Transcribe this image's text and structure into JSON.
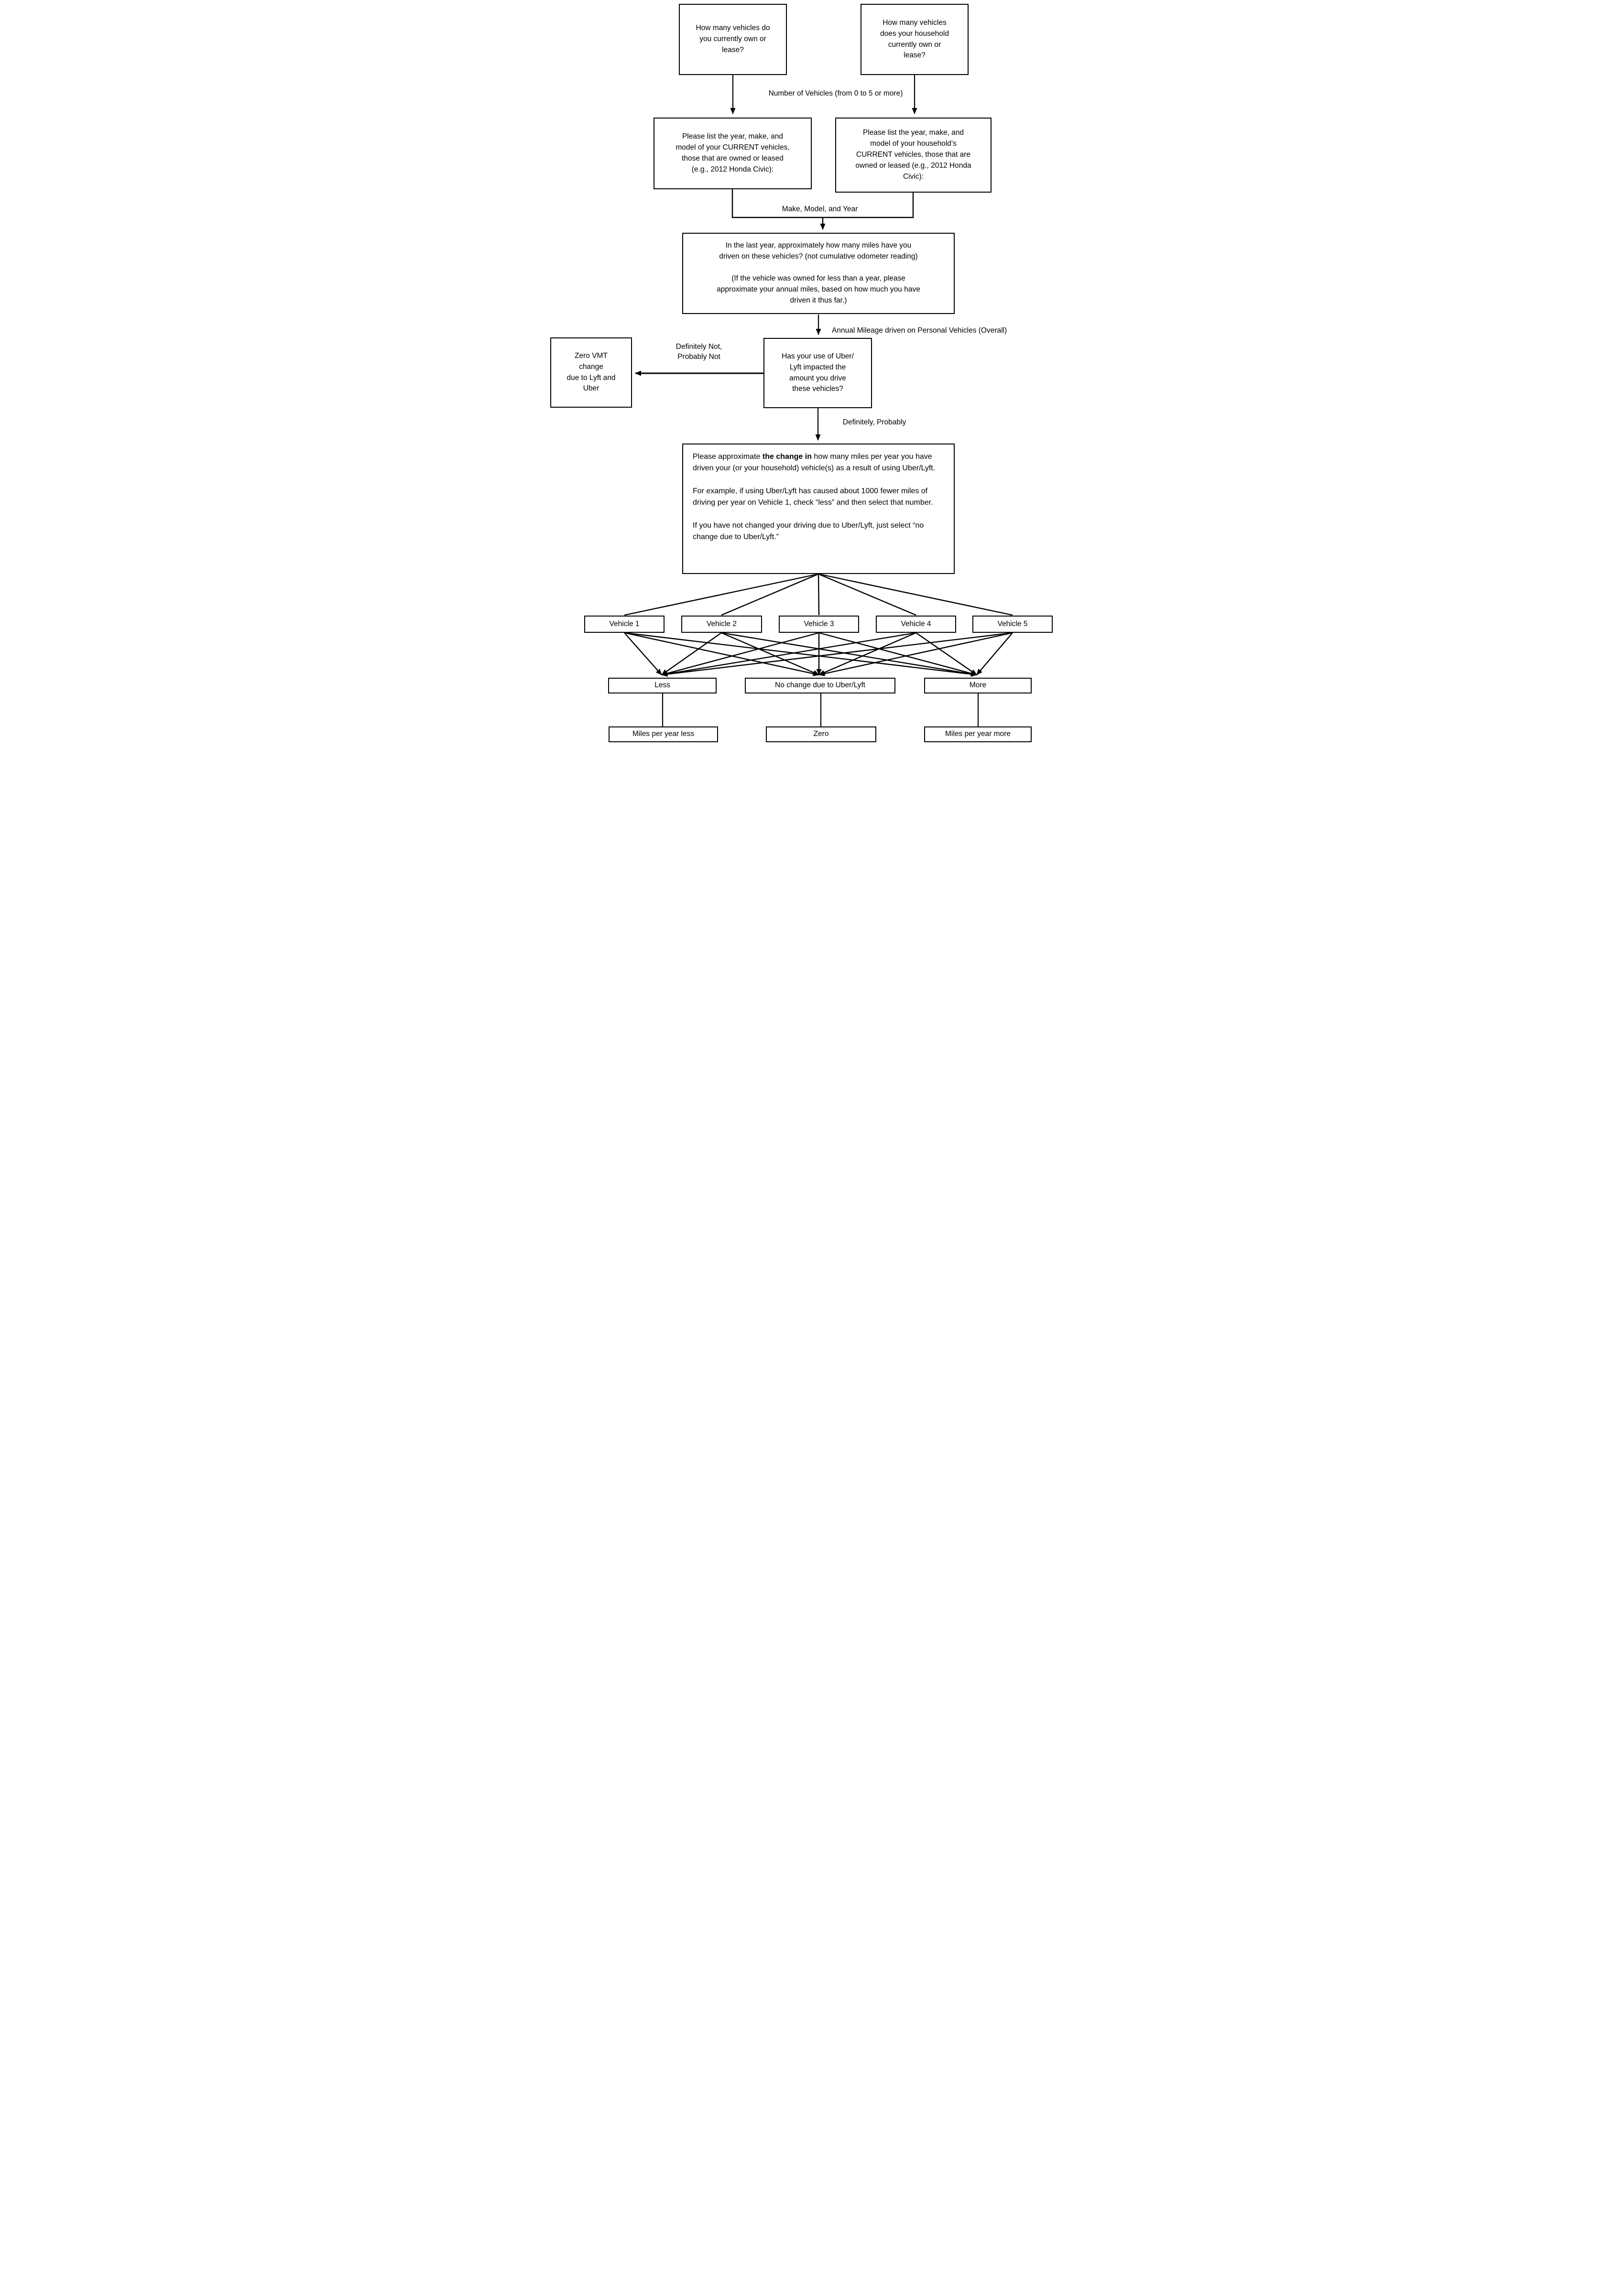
{
  "diagram": {
    "title_implicit": "Survey flow for vehicle ownership and Uber/Lyft VMT change",
    "background": "#ffffff",
    "line_color": "#000000"
  },
  "boxes": {
    "q_own": "How many vehicles do\nyou currently own or\nlease?",
    "q_hh": "How many vehicles\ndoes your household\ncurrently own or\nlease?",
    "list_own": "Please list the year, make, and\nmodel of your CURRENT vehicles,\nthose that are owned or leased\n(e.g., 2012 Honda Civic):",
    "list_hh": "Please list the year, make, and\nmodel of your household’s\nCURRENT vehicles, those that are\nowned or leased (e.g., 2012 Honda\nCivic):",
    "mileage": "In the last year, approximately how many miles have you\ndriven on these vehicles? (not cumulative odometer reading)\n\n(If the vehicle was owned for less than a year, please\napproximate your annual miles, based on how much you have\ndriven it thus far.)",
    "zero_vmt": "Zero VMT\nchange\ndue to Lyft and\nUber",
    "has_use": "Has your use of Uber/\nLyft impacted the\namount you drive\nthese vehicles?",
    "change_p1_pre": "Please approximate ",
    "change_p1_bold": "the change in",
    "change_p1_post": " how many miles per year you have driven your (or your household) vehicle(s) as a result of using Uber/Lyft.",
    "change_p2": "For example, if using Uber/Lyft has caused about 1000 fewer miles of driving per year on Vehicle 1, check “less” and then select that number.",
    "change_p3": "If you have not changed your driving due to Uber/Lyft, just select “no change due to Uber/Lyft.”",
    "less": "Less",
    "no_change": "No change due to Uber/Lyft",
    "more": "More",
    "miles_less": "Miles per year less",
    "zero": "Zero",
    "miles_more": "Miles per year more"
  },
  "vehicles": [
    "Vehicle 1",
    "Vehicle 2",
    "Vehicle 3",
    "Vehicle 4",
    "Vehicle 5"
  ],
  "labels": {
    "num_vehicles": "Number of Vehicles (from 0 to 5 or more)",
    "make_model": "Make, Model, and Year",
    "annual_mileage": "Annual Mileage driven on Personal Vehicles (Overall)",
    "def_not": "Definitely Not,\nProbably Not",
    "def_prob": "Definitely, Probably"
  }
}
